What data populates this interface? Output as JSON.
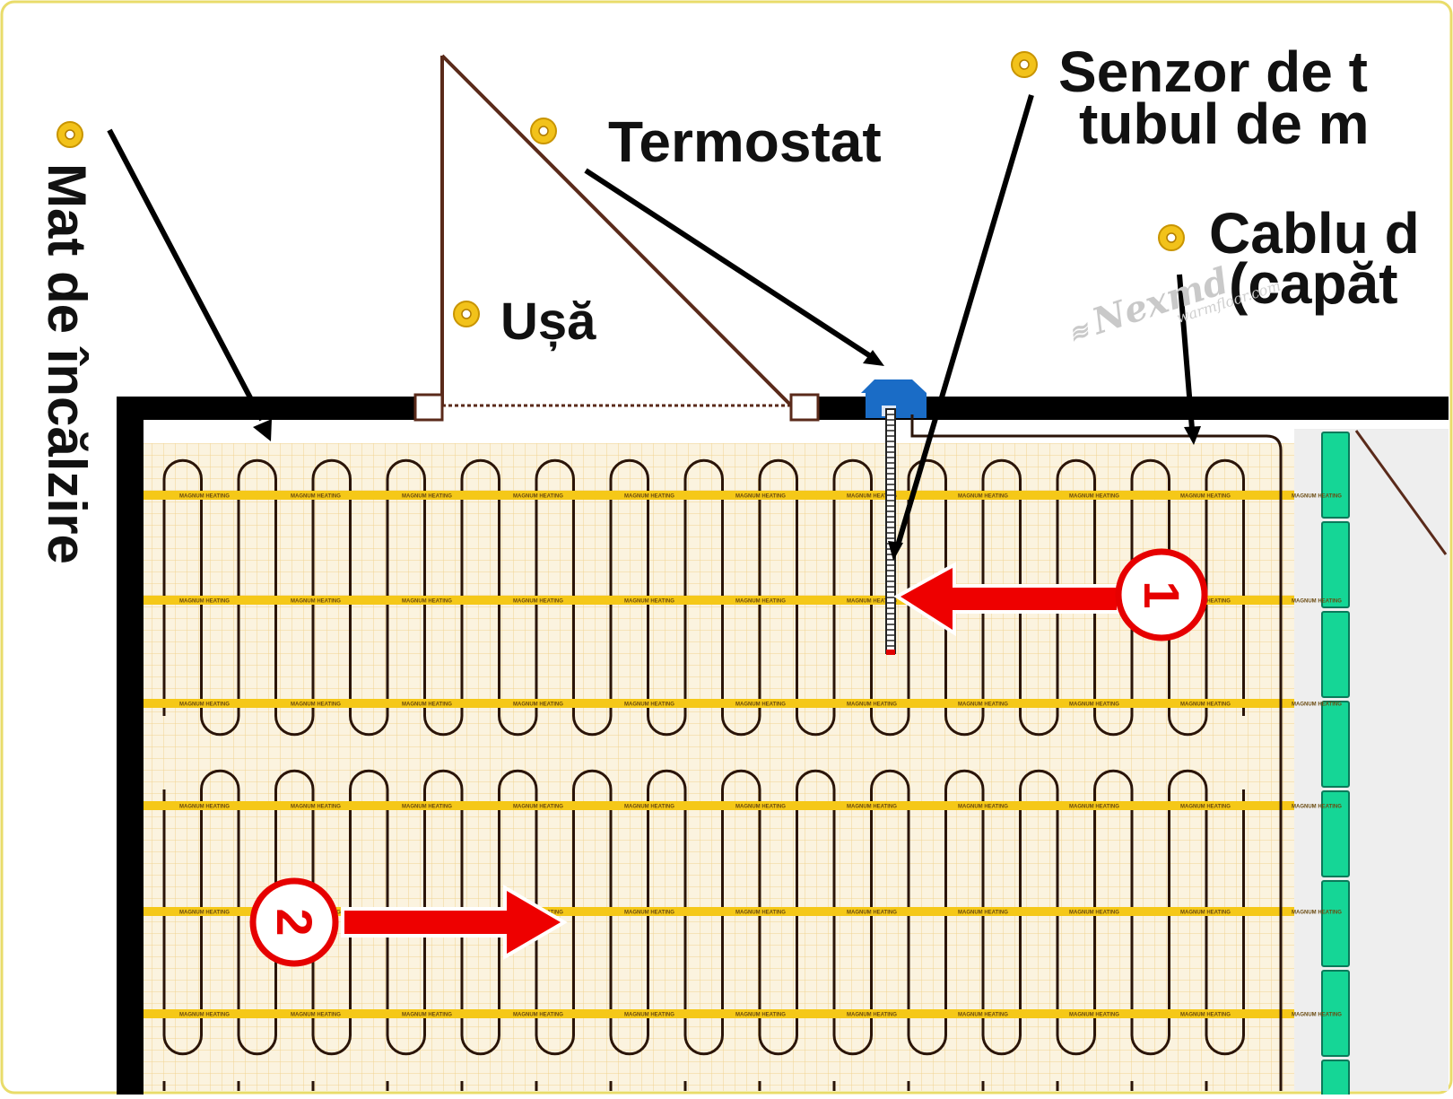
{
  "labels": {
    "mat": "Mat de încălzire",
    "door": "Ușă",
    "thermostat": "Termostat",
    "sensor_line1": "Senzor de t",
    "sensor_line2": "tubul de m",
    "cable_line1": "Cablu d",
    "cable_line2": "(capăt"
  },
  "steps": [
    {
      "number": "1",
      "direction": "left"
    },
    {
      "number": "2",
      "direction": "right"
    }
  ],
  "watermark": {
    "brand": "Nexmd",
    "tagline": "warmfloor.com"
  },
  "mat": {
    "tape_text": "MAGNUM HEATING",
    "rows": 2
  },
  "colors": {
    "wall": "#000000",
    "tape": "#f5c818",
    "cable": "#2a1408",
    "grid": "#f2d79a",
    "mat_background": "#fbf3df",
    "arrow": "#ee0000",
    "bullet": "#f2c21a",
    "thermostat": "#1a6cc6",
    "tiles": "#15d696",
    "frame": "#e9dc6a"
  }
}
